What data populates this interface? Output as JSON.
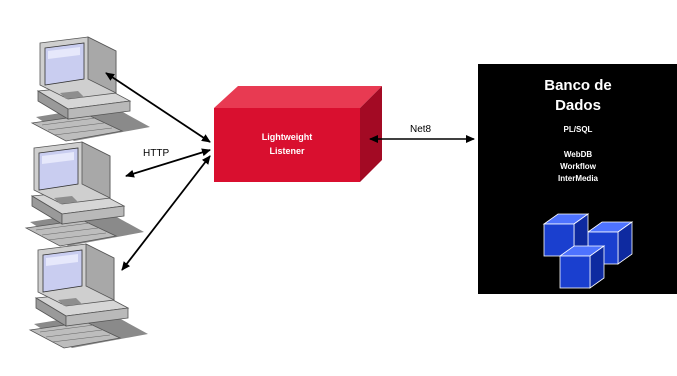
{
  "protocol_labels": {
    "http": "HTTP",
    "net8": "Net8"
  },
  "listener": {
    "line1": "Lightweight",
    "line2": "Listener",
    "color": "#d90f2f"
  },
  "database": {
    "title_line1": "Banco de",
    "title_line2": "Dados",
    "plsql": "PL/SQL",
    "components": [
      "WebDB",
      "Workflow",
      "InterMedia"
    ],
    "background": "#000000",
    "cube_color": "#1a3fcf"
  },
  "clients": [
    {
      "icon": "computer-icon"
    },
    {
      "icon": "computer-icon"
    },
    {
      "icon": "computer-icon"
    }
  ]
}
